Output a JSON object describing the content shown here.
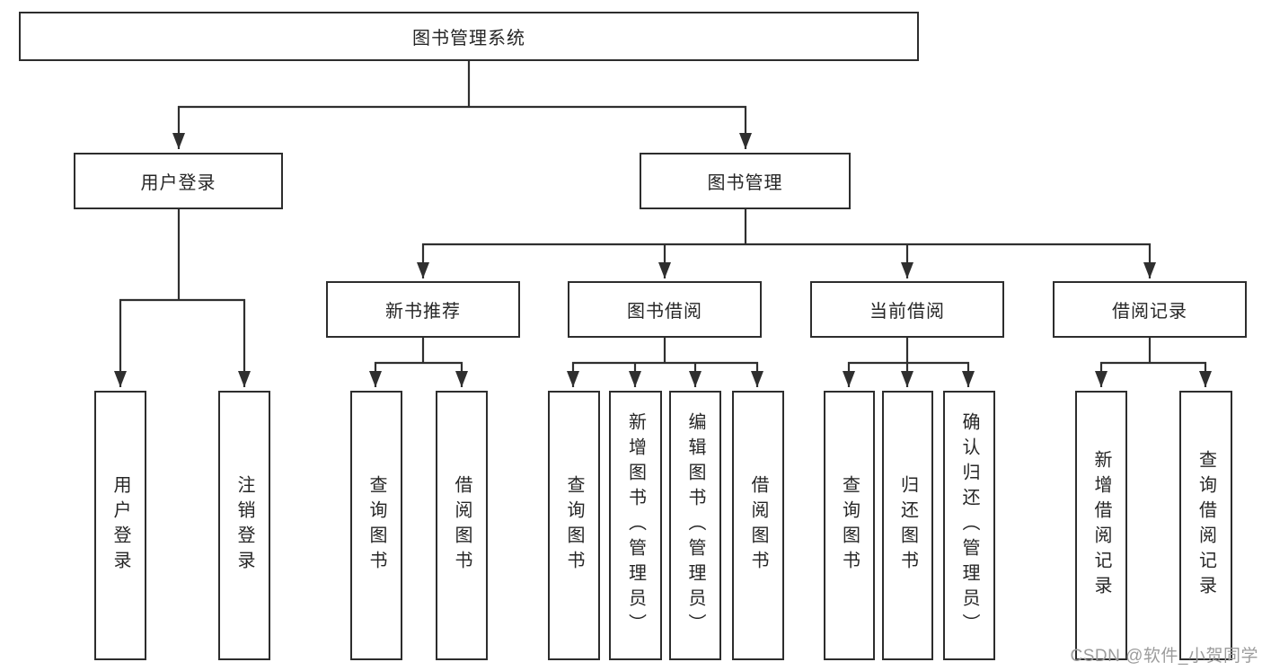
{
  "diagram": {
    "tree": {
      "label": "图书管理系统",
      "children": [
        {
          "label": "用户登录",
          "children": [
            {
              "label": "用户登录"
            },
            {
              "label": "注销登录"
            }
          ]
        },
        {
          "label": "图书管理",
          "children": [
            {
              "label": "新书推荐",
              "children": [
                {
                  "label": "查询图书"
                },
                {
                  "label": "借阅图书"
                }
              ]
            },
            {
              "label": "图书借阅",
              "children": [
                {
                  "label": "查询图书"
                },
                {
                  "label": "新增图书（管理员）"
                },
                {
                  "label": "编辑图书（管理员）"
                },
                {
                  "label": "借阅图书"
                }
              ]
            },
            {
              "label": "当前借阅",
              "children": [
                {
                  "label": "查询图书"
                },
                {
                  "label": "归还图书"
                },
                {
                  "label": "确认归还（管理员）"
                }
              ]
            },
            {
              "label": "借阅记录",
              "children": [
                {
                  "label": "新增借阅记录"
                },
                {
                  "label": "查询借阅记录"
                }
              ]
            }
          ]
        }
      ]
    },
    "watermark": "CSDN @软件_小贺同学",
    "colors": {
      "line": "#2f2f2f",
      "border": "#2d2d2d",
      "text": "#262626",
      "watermark": "#9c9c9c",
      "background": "#ffffff"
    }
  }
}
